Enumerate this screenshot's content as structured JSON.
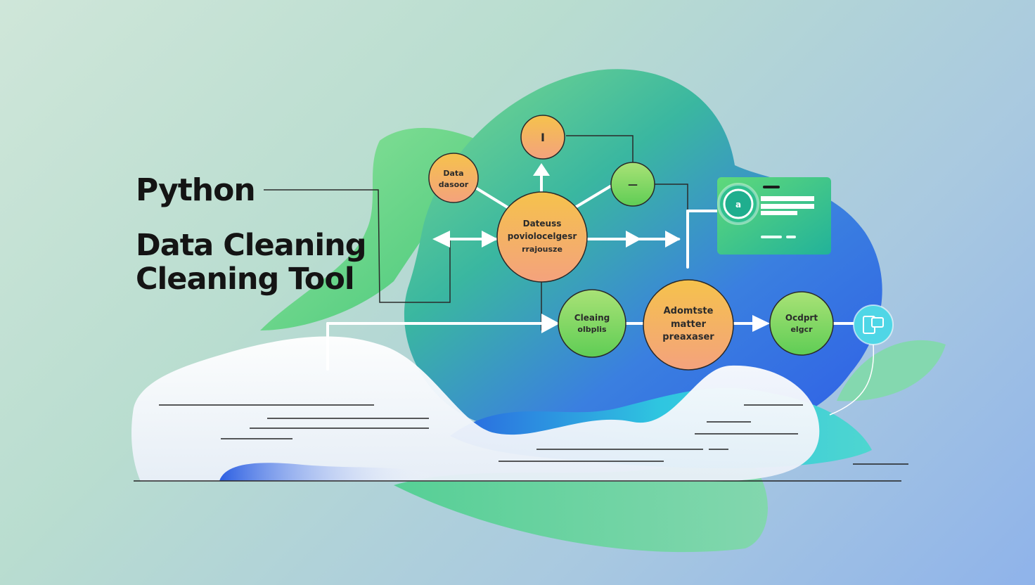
{
  "title": {
    "top": "Python",
    "line1": "Data Cleaning",
    "line2": "Cleaning Tool"
  },
  "nodes": {
    "top": {
      "label": "I"
    },
    "data_source": {
      "line1": "Data",
      "line2": "dasoor"
    },
    "minus": {
      "label": "—"
    },
    "process": {
      "line1": "Dateuss",
      "line2": "poviolocelgesr",
      "line3": "rrajousze"
    },
    "cleaning": {
      "line1": "Cleaing",
      "line2": "olbplis"
    },
    "automate": {
      "line1": "Adomtste",
      "line2": "matter",
      "line3": "preaxaser"
    },
    "output": {
      "line1": "Ocdprt",
      "line2": "elgcr"
    }
  },
  "card": {
    "icon_label": "a"
  },
  "colors": {
    "orange_top": "#f5c04f",
    "orange_bottom": "#f4a07a",
    "green_light": "#a8e27a",
    "green_dark": "#5ccf56",
    "blob_green": "#6fd58c",
    "blob_blue": "#3a6ee6",
    "card_green": "#3fcb88",
    "title": "#141414"
  }
}
